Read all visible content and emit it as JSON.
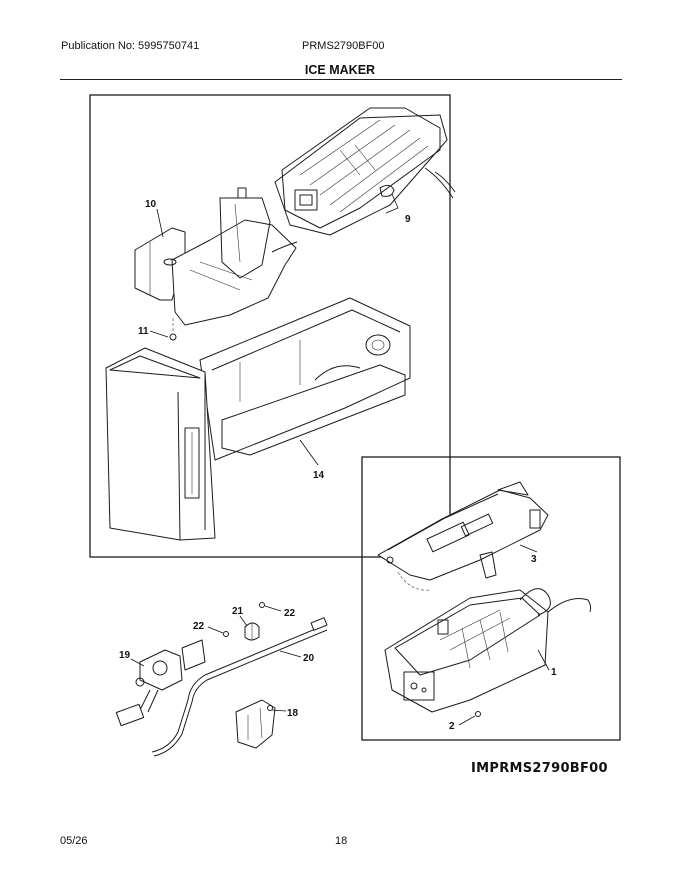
{
  "header": {
    "publication": "Publication No: 5995750741",
    "model": "PRMS2790BF00"
  },
  "title": "ICE MAKER",
  "callouts": {
    "p1": "1",
    "p2": "2",
    "p3": "3",
    "p9": "9",
    "p10": "10",
    "p11": "11",
    "p14": "14",
    "p18": "18",
    "p19": "19",
    "p20": "20",
    "p21": "21",
    "p22a": "22",
    "p22b": "22"
  },
  "diagram_ref": "IMPRMS2790BF00",
  "footer": {
    "date": "05/26",
    "page": "18"
  }
}
